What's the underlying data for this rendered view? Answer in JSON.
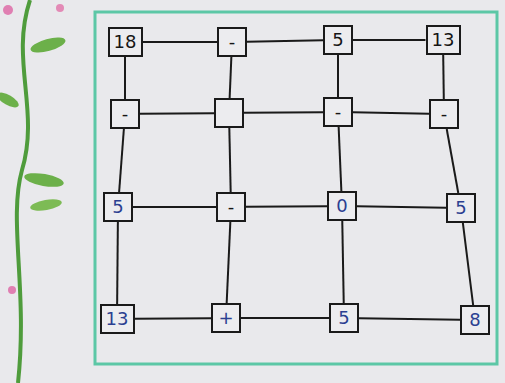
{
  "diagram": {
    "nodes": [
      {
        "text": [
          "18"
        ]
      },
      {
        "text": [
          "-"
        ]
      },
      {
        "text": [
          "5"
        ]
      },
      {
        "text": [
          "13"
        ]
      },
      {
        "text": [
          "-"
        ]
      },
      {
        "text": []
      },
      {
        "text": [
          "-"
        ]
      },
      {
        "text": [
          "-"
        ]
      },
      {
        "text": [
          "5"
        ]
      },
      {
        "text": [
          "-"
        ]
      },
      {
        "text": [
          "0"
        ]
      },
      {
        "text": [
          "5"
        ]
      },
      {
        "text": [
          "13"
        ]
      },
      {
        "text": [
          "+"
        ]
      },
      {
        "text": [
          "5"
        ]
      },
      {
        "text": [
          "8"
        ]
      }
    ],
    "edges": [
      {
        "from": 0,
        "to": 1,
        "arrow": "none"
      },
      {
        "from": 1,
        "to": 2,
        "arrow": "none"
      },
      {
        "from": 2,
        "to": 3,
        "arrow": "none"
      },
      {
        "from": 4,
        "to": 5,
        "arrow": "none"
      },
      {
        "from": 5,
        "to": 6,
        "arrow": "none"
      },
      {
        "from": 6,
        "to": 7,
        "arrow": "none"
      },
      {
        "from": 8,
        "to": 9,
        "arrow": "none"
      },
      {
        "from": 9,
        "to": 10,
        "arrow": "none"
      },
      {
        "from": 10,
        "to": 11,
        "arrow": "none"
      },
      {
        "from": 12,
        "to": 13,
        "arrow": "none"
      },
      {
        "from": 13,
        "to": 14,
        "arrow": "none"
      },
      {
        "from": 14,
        "to": 15,
        "arrow": "none"
      },
      {
        "from": 0,
        "to": 4,
        "arrow": "none"
      },
      {
        "from": 4,
        "to": 8,
        "arrow": "none"
      },
      {
        "from": 8,
        "to": 12,
        "arrow": "none"
      },
      {
        "from": 1,
        "to": 5,
        "arrow": "none"
      },
      {
        "from": 5,
        "to": 9,
        "arrow": "none"
      },
      {
        "from": 9,
        "to": 13,
        "arrow": "none"
      },
      {
        "from": 2,
        "to": 6,
        "arrow": "none"
      },
      {
        "from": 6,
        "to": 10,
        "arrow": "none"
      },
      {
        "from": 10,
        "to": 14,
        "arrow": "none"
      },
      {
        "from": 3,
        "to": 7,
        "arrow": "none"
      },
      {
        "from": 7,
        "to": 11,
        "arrow": "none"
      },
      {
        "from": 11,
        "to": 15,
        "arrow": "none"
      }
    ]
  }
}
